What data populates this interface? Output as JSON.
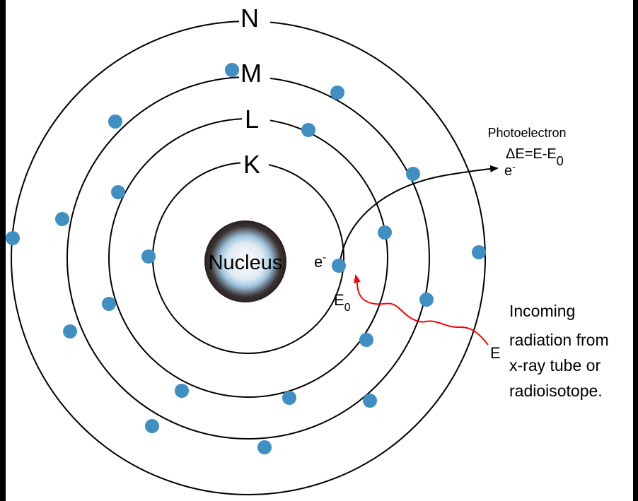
{
  "shells": [
    {
      "label": "K"
    },
    {
      "label": "L"
    },
    {
      "label": "M"
    },
    {
      "label": "N"
    }
  ],
  "nucleus": {
    "label": "Nucleus"
  },
  "bound_electron": {
    "label": "e",
    "charge": "-",
    "energy_base": "E",
    "energy_sub": "0"
  },
  "photoelectron": {
    "title": "Photoelectron",
    "equation_main": "ΔE=E-E",
    "equation_sub": "0",
    "label": "e",
    "charge": "-"
  },
  "radiation": {
    "symbol": "E",
    "lines": [
      "Incoming",
      "radiation from",
      "x-ray tube or",
      "radioisotope."
    ]
  },
  "colors": {
    "electron": "#3f8fc2",
    "orbit": "#000000",
    "radiation": "#ff0000",
    "background": "#000000",
    "panel": "#ffffff"
  }
}
